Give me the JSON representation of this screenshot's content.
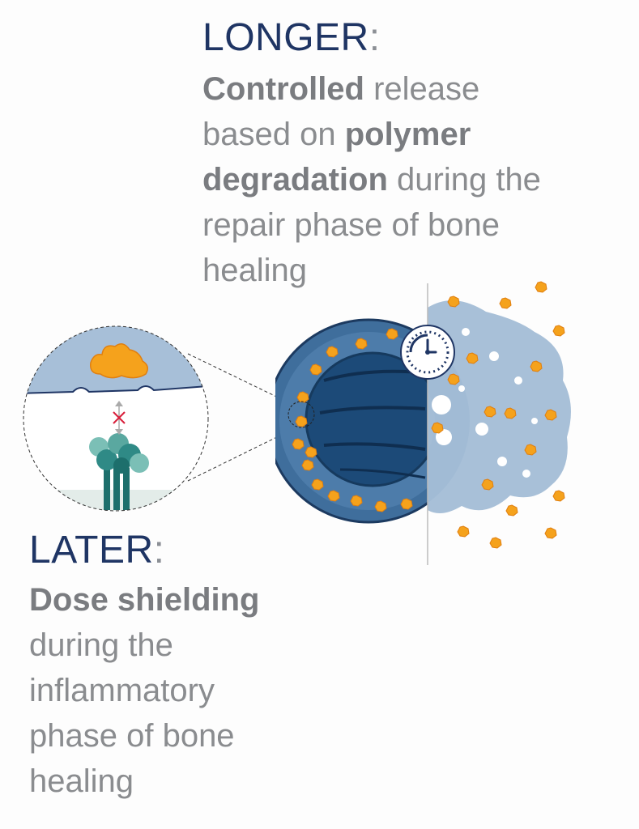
{
  "longer": {
    "heading": "LONGER",
    "colon": ":",
    "line1_bold": "Controlled",
    "line1_rest": " release",
    "line2_plain": "based on ",
    "line2_bold": "polymer",
    "line3_bold": "degradation",
    "line3_rest": " during the",
    "line4": "repair phase of bone",
    "line5": "healing"
  },
  "later": {
    "heading": "LATER",
    "colon": ":",
    "line1_bold": "Dose shielding",
    "line2": "during the",
    "line3": "inflammatory",
    "line4": "phase of bone",
    "line5": "healing"
  },
  "icons": {
    "clock": "clock-icon",
    "blocked": "x-mark-icon",
    "arrows": "double-arrow-icon"
  },
  "colors": {
    "heading": "#1f3564",
    "body_text": "#8a8c8f",
    "scaffold_dark": "#1c4a78",
    "scaffold_mid": "#3f6e9c",
    "scaffold_light": "#a9c0d8",
    "drug_particle": "#f5a21c",
    "receptor": "#2f8a86",
    "blocked_mark": "#d81e3a"
  }
}
